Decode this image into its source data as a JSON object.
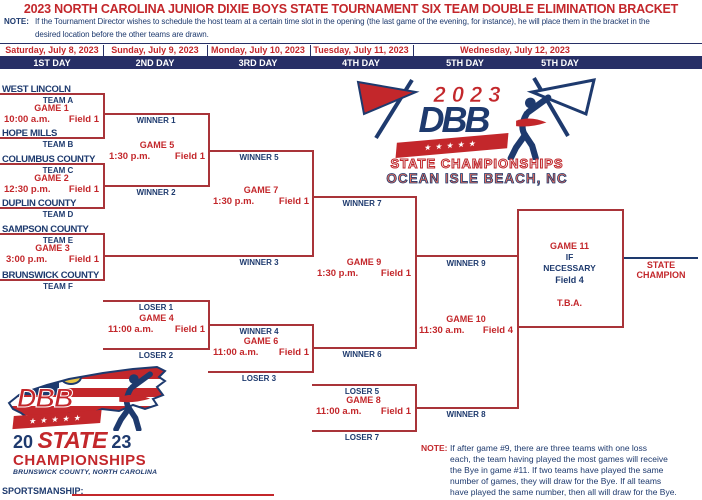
{
  "title": "2023 NORTH CAROLINA JUNIOR DIXIE BOYS STATE TOURNAMENT SIX TEAM DOUBLE ELIMINATION BRACKET",
  "top_note": {
    "label": "NOTE:",
    "line1": "If the Tournament Director wishes to schedule the host team at a certain time slot in the opening (the last game of the evening, for instance), he will place them in the bracket in the",
    "line2": "desired location before the other teams are drawn."
  },
  "schedule": {
    "dates": [
      "Saturday, July 8, 2023",
      "Sunday, July 9, 2023",
      "Monday, July 10, 2023",
      "Tuesday, July 11, 2023",
      "Wednesday, July 12, 2023"
    ],
    "days": [
      "1ST DAY",
      "2ND DAY",
      "3RD DAY",
      "4TH DAY",
      "5TH DAY",
      "5TH DAY"
    ]
  },
  "teams": [
    "WEST LINCOLN",
    "HOPE MILLS",
    "COLUMBUS COUNTY",
    "DUPLIN COUNTY",
    "SAMPSON COUNTY",
    "BRUNSWICK COUNTY"
  ],
  "slots": {
    "team_a": "TEAM A",
    "team_b": "TEAM B",
    "team_c": "TEAM C",
    "team_d": "TEAM D",
    "team_e": "TEAM E",
    "team_f": "TEAM F",
    "winner1": "WINNER 1",
    "winner2": "WINNER 2",
    "winner3": "WINNER 3",
    "winner4": "WINNER 4",
    "winner5": "WINNER 5",
    "winner6": "WINNER 6",
    "winner7": "WINNER 7",
    "winner8": "WINNER 8",
    "winner9": "WINNER 9",
    "loser1": "LOSER 1",
    "loser2": "LOSER 2",
    "loser3": "LOSER 3",
    "loser5": "LOSER 5",
    "loser7": "LOSER 7"
  },
  "games": {
    "game1": {
      "name": "GAME 1",
      "time": "10:00 a.m.",
      "field": "Field 1"
    },
    "game2": {
      "name": "GAME 2",
      "time": "12:30 p.m.",
      "field": "Field 1"
    },
    "game3": {
      "name": "GAME 3",
      "time": "3:00 p.m.",
      "field": "Field 1"
    },
    "game4": {
      "name": "GAME 4",
      "time": "11:00 a.m.",
      "field": "Field 1"
    },
    "game5": {
      "name": "GAME 5",
      "time": "1:30 p.m.",
      "field": "Field 1"
    },
    "game6": {
      "name": "GAME 6",
      "time": "11:00 a.m.",
      "field": "Field 1"
    },
    "game7": {
      "name": "GAME 7",
      "time": "1:30 p.m.",
      "field": "Field 1"
    },
    "game8": {
      "name": "GAME 8",
      "time": "11:00 a.m.",
      "field": "Field 1"
    },
    "game9": {
      "name": "GAME 9",
      "time": "1:30 p.m.",
      "field": "Field 1"
    },
    "game10": {
      "name": "GAME 10",
      "time": "11:30 a.m.",
      "field": "Field 4"
    },
    "game11": {
      "name": "GAME 11",
      "cond1": "IF",
      "cond2": "NECESSARY",
      "field": "Field 4",
      "tba": "T.B.A."
    }
  },
  "champion": {
    "line1": "STATE",
    "line2": "CHAMPION"
  },
  "bottom_note": {
    "label": "NOTE:",
    "lines": [
      "If after game #9, there are three teams with one loss",
      "each, the team having played the most games will receive",
      "the Bye in game #11. If two teams have played the same",
      "number of games, they will draw for the Bye. If all teams",
      "have played the same number, then all will draw for the Bye."
    ]
  },
  "center_logo": {
    "year": "2023",
    "dbb": "DBB",
    "stars": "★★★★★",
    "line1": "STATE CHAMPIONSHIPS",
    "line2": "OCEAN ISLE BEACH, NC"
  },
  "corner_logo": {
    "dbb": "DBB",
    "stars": "★★★★★",
    "year_left": "20",
    "state": "STATE",
    "year_right": "23",
    "championships": "CHAMPIONSHIPS",
    "location": "BRUNSWICK COUNTY, NORTH CAROLINA"
  },
  "sportsmanship": {
    "label": "SPORTSMANSHIP:"
  },
  "colors": {
    "accent_red": "#C3272B",
    "navy": "#1E3A6E",
    "bracket_line": "#A93439",
    "day_bar": "#272F66"
  }
}
